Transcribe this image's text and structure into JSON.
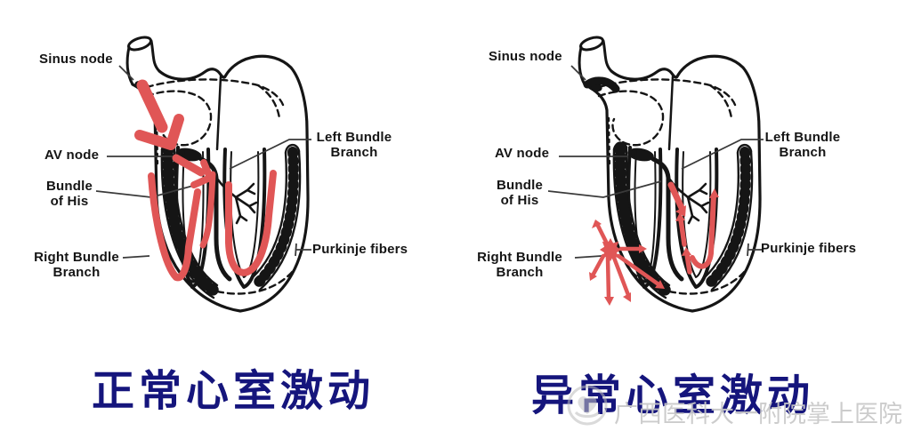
{
  "colors": {
    "red": "#e05656",
    "navy": "#15157c",
    "ink": "#151515",
    "watermark": "#c8c8c8",
    "background": "#ffffff"
  },
  "diagrams": {
    "left": {
      "caption": "正常心室激动",
      "caption_meaning": "normal ventricular activation",
      "labels": {
        "sinus": "Sinus node",
        "av": "AV node",
        "bundle_line1": "Bundle",
        "bundle_line2": "of His",
        "left_bundle_line1": "Left Bundle",
        "left_bundle_line2": "Branch",
        "right_bundle_line1": "Right Bundle",
        "right_bundle_line2": "Branch",
        "purkinje": "Purkinje fibers"
      }
    },
    "right": {
      "caption": "异常心室激动",
      "caption_meaning": "abnormal ventricular activation",
      "labels": {
        "sinus": "Sinus node",
        "av": "AV node",
        "bundle_line1": "Bundle",
        "bundle_line2": "of His",
        "left_bundle_line1": "Left Bundle",
        "left_bundle_line2": "Branch",
        "right_bundle_line1": "Right Bundle",
        "right_bundle_line2": "Branch",
        "purkinje": "Purkinje fibers"
      }
    }
  },
  "watermark": {
    "text": "广西医科大一附院掌上医院",
    "logo": "hospital-hand-heart-logo"
  }
}
